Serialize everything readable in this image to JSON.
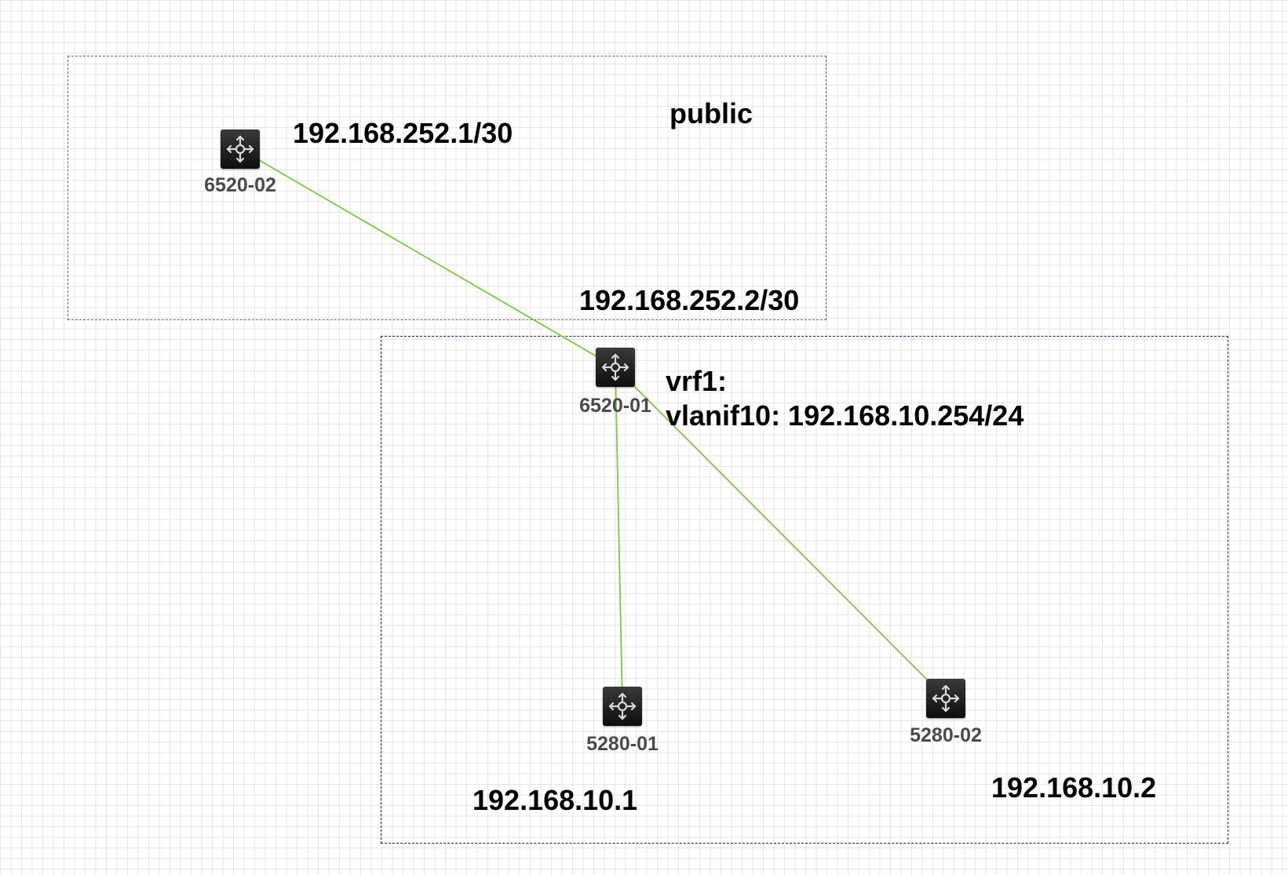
{
  "colors": {
    "link": "#7ac943",
    "zone_public_border": "#6b6b6b",
    "zone_vrf_border": "#1a1f5a",
    "device_fill": "#1c1c1c",
    "device_icon": "#d9d9d9"
  },
  "zones": {
    "public": {
      "label": "public"
    },
    "vrf": {
      "label_line1": "vrf1:",
      "label_line2": "vlanif10: 192.168.10.254/24"
    }
  },
  "devices": {
    "sw_6520_02": {
      "name": "6520-02",
      "icon": "router-switch-icon"
    },
    "sw_6520_01": {
      "name": "6520-01",
      "icon": "router-switch-icon"
    },
    "sw_5280_01": {
      "name": "5280-01",
      "icon": "router-switch-icon"
    },
    "sw_5280_02": {
      "name": "5280-02",
      "icon": "router-switch-icon"
    }
  },
  "addresses": {
    "ip_6520_02": "192.168.252.1/30",
    "ip_6520_01_uplink": "192.168.252.2/30",
    "ip_5280_01": "192.168.10.1",
    "ip_5280_02": "192.168.10.2"
  }
}
